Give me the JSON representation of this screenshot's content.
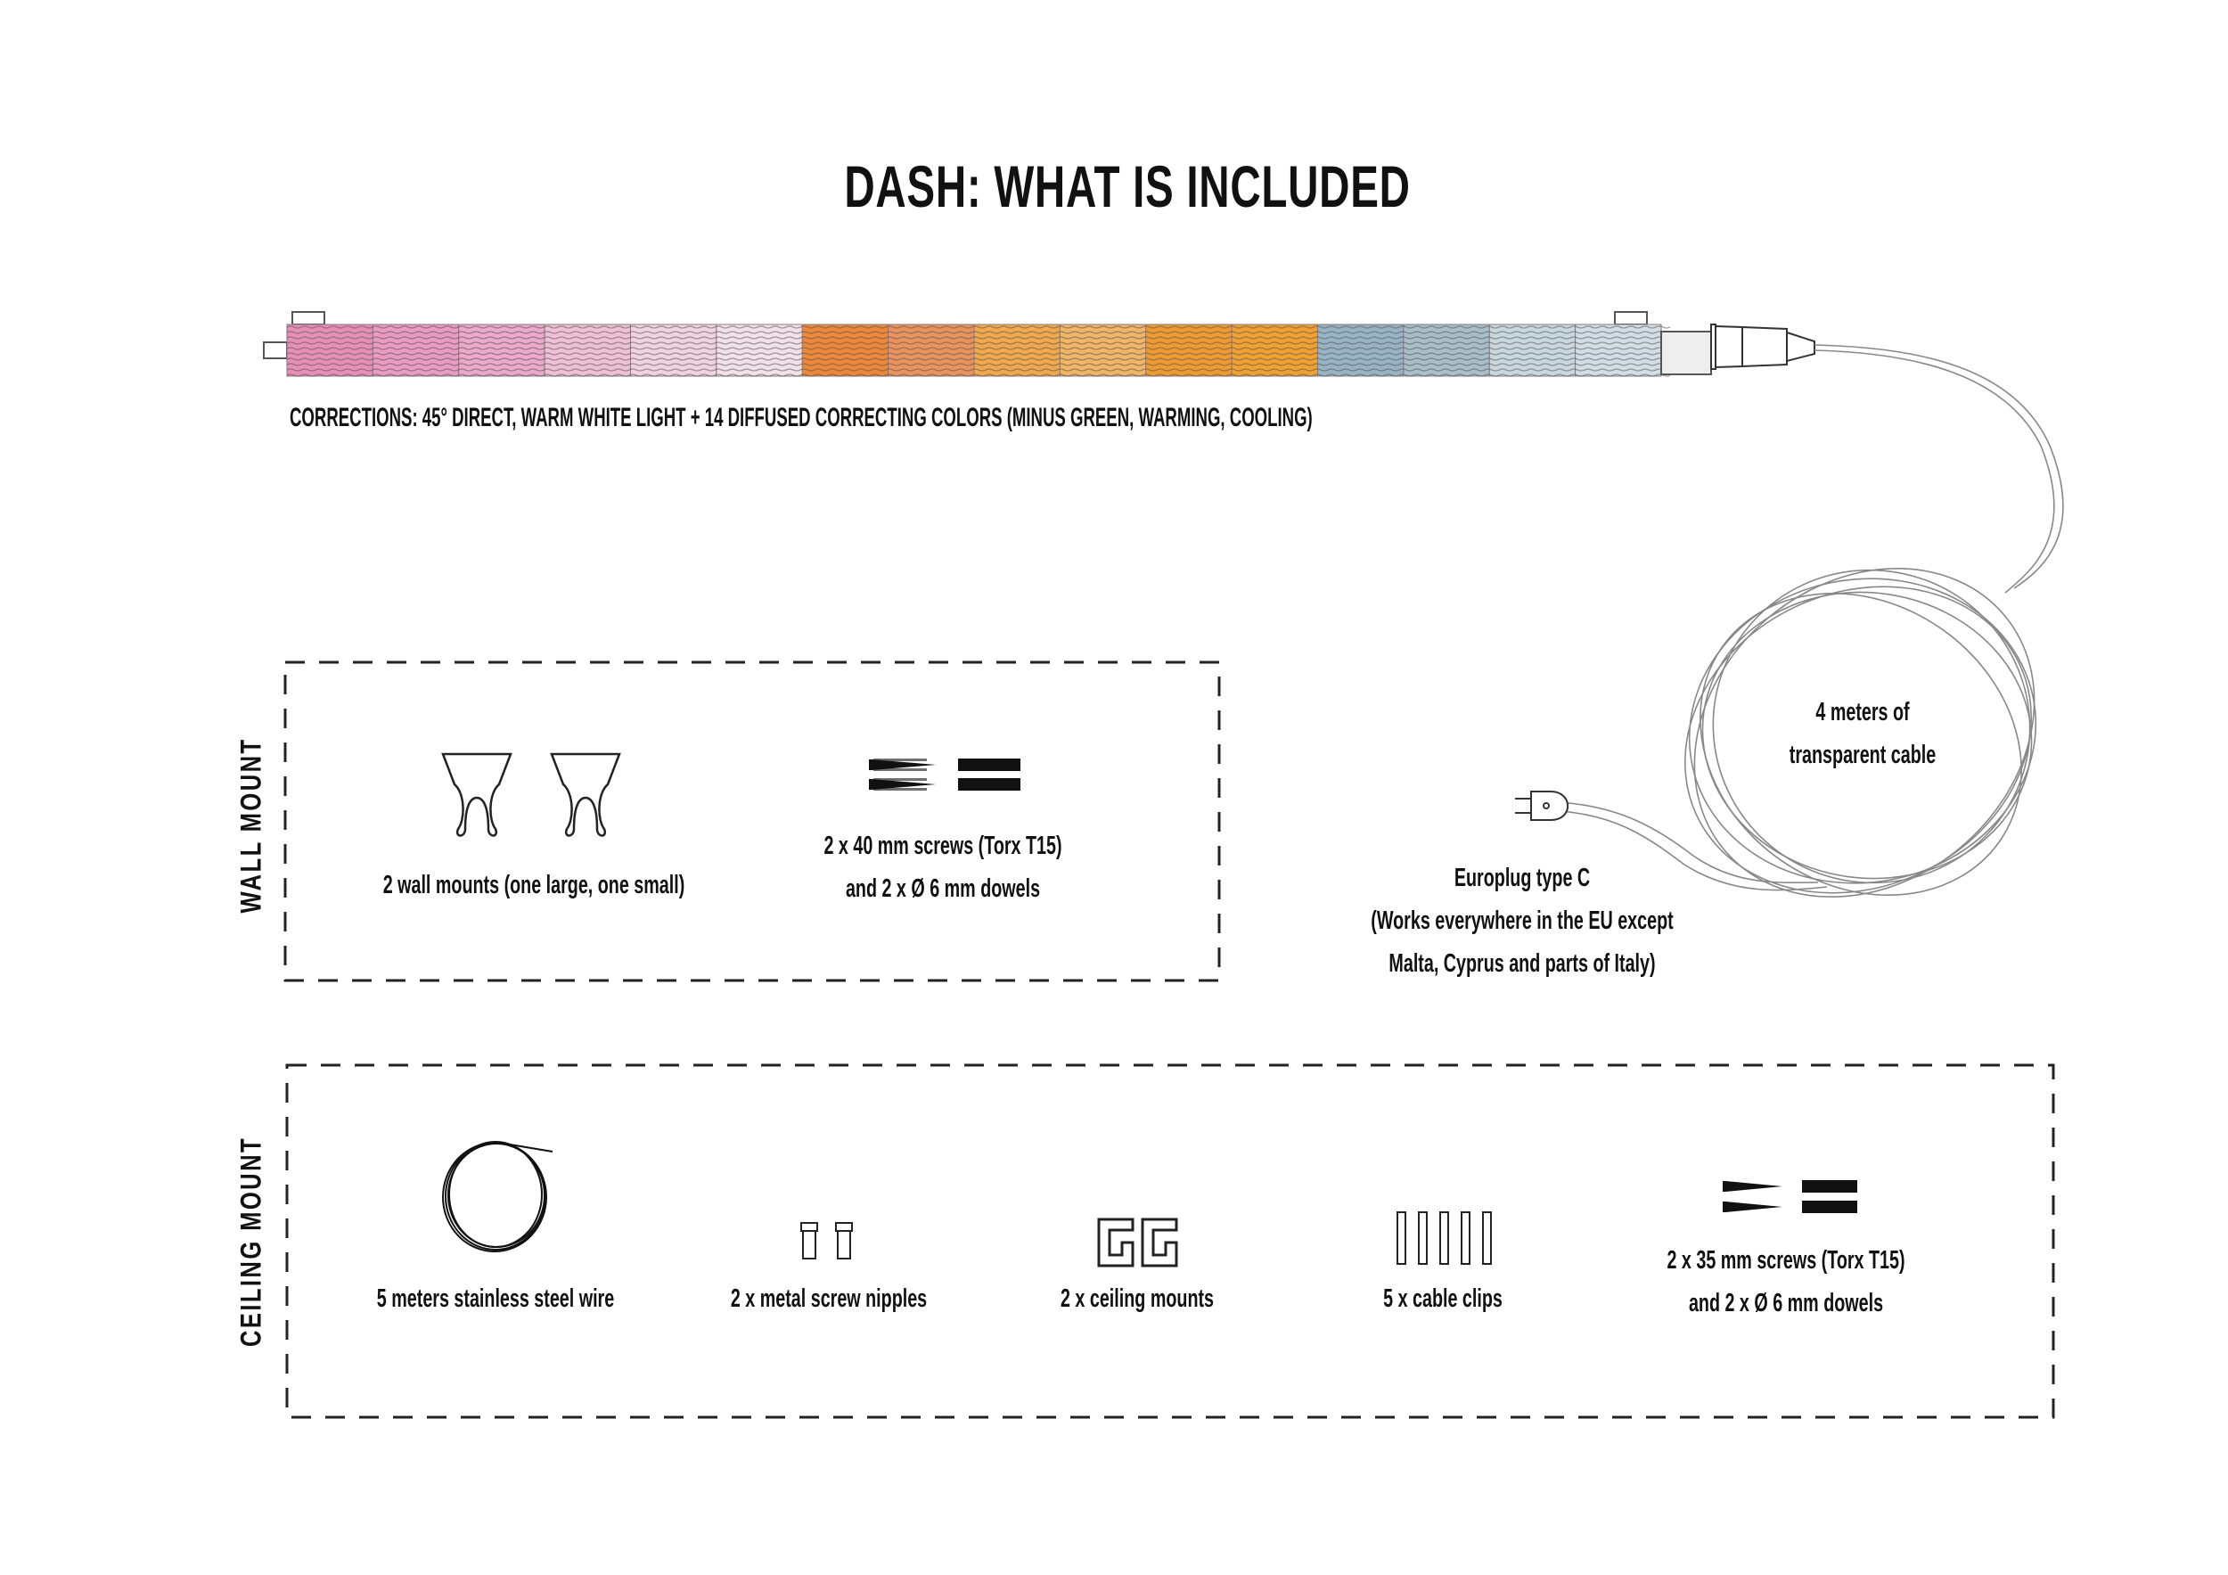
{
  "title": "DASH: WHAT IS INCLUDED",
  "lamp": {
    "corrections_text": "CORRECTIONS: 45° DIRECT, WARM WHITE LIGHT + 14 DIFFUSED CORRECTING COLORS (MINUS GREEN, WARMING, COOLING)",
    "segment_colors": [
      "#e88fb6",
      "#ea9bc0",
      "#eda9c9",
      "#f0c1d6",
      "#f1d2e0",
      "#f3e1e9",
      "#ec8838",
      "#ea935d",
      "#f0a94c",
      "#f1b566",
      "#ee9b32",
      "#f0a131",
      "#97b3c4",
      "#a8bec9",
      "#cad8de",
      "#d2dee3"
    ]
  },
  "cable": {
    "label_line1": "4 meters of",
    "label_line2": "transparent cable"
  },
  "plug": {
    "line1": "Europlug type C",
    "line2": "(Works everywhere in the EU except",
    "line3": "Malta, Cyprus and parts of Italy)"
  },
  "wall_mount": {
    "heading": "WALL MOUNT",
    "items": [
      {
        "icon": "wall-mount-bracket-icon",
        "line1": "2 wall mounts (one large, one small)"
      },
      {
        "icon": "screws-and-dowels-icon",
        "line1": "2 x 40 mm screws (Torx T15)",
        "line2": "and 2 x Ø 6 mm dowels"
      }
    ]
  },
  "ceiling_mount": {
    "heading": "CEILING MOUNT",
    "items": [
      {
        "icon": "steel-wire-coil-icon",
        "line1": "5 meters stainless steel wire"
      },
      {
        "icon": "screw-nipple-icon",
        "line1": "2 x metal screw nipples"
      },
      {
        "icon": "ceiling-mount-icon",
        "line1": "2 x ceiling mounts"
      },
      {
        "icon": "cable-clip-icon",
        "line1": "5 x cable clips"
      },
      {
        "icon": "screws-and-dowels-icon",
        "line1": "2 x 35 mm screws (Torx T15)",
        "line2": "and 2 x Ø 6 mm dowels"
      }
    ]
  }
}
